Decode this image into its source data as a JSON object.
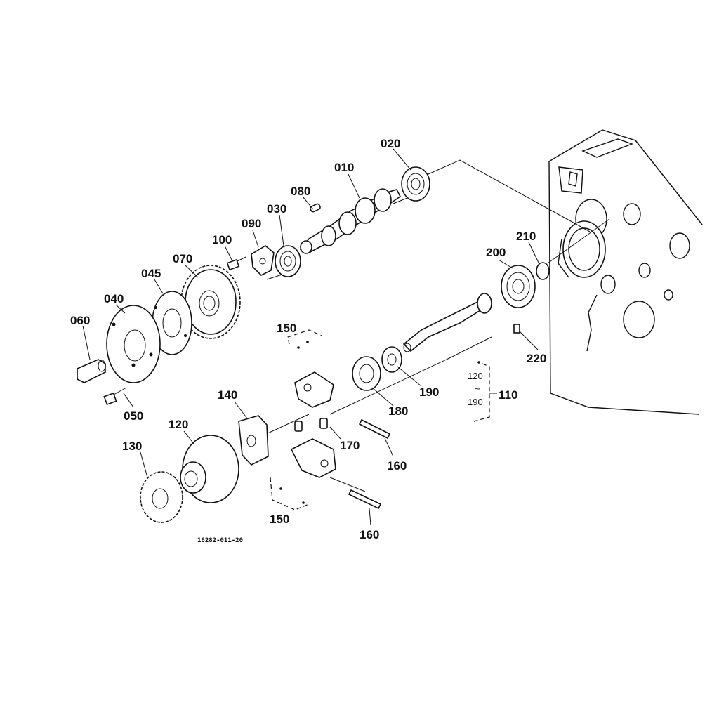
{
  "diagram": {
    "reference_code": "16282-011-20",
    "labels": {
      "p010": "010",
      "p020": "020",
      "p030": "030",
      "p040": "040",
      "p045": "045",
      "p050": "050",
      "p060": "060",
      "p070": "070",
      "p080": "080",
      "p090": "090",
      "p100": "100",
      "p110": "110",
      "p120": "120",
      "p130": "130",
      "p140": "140",
      "p150_top": "150",
      "p150_bottom": "150",
      "p160_top": "160",
      "p160_bottom": "160",
      "p170": "170",
      "p180": "180",
      "p190": "190",
      "p200": "200",
      "p210": "210",
      "p220": "220",
      "group_120": "120",
      "group_tilde": "~",
      "group_190": "190"
    }
  }
}
